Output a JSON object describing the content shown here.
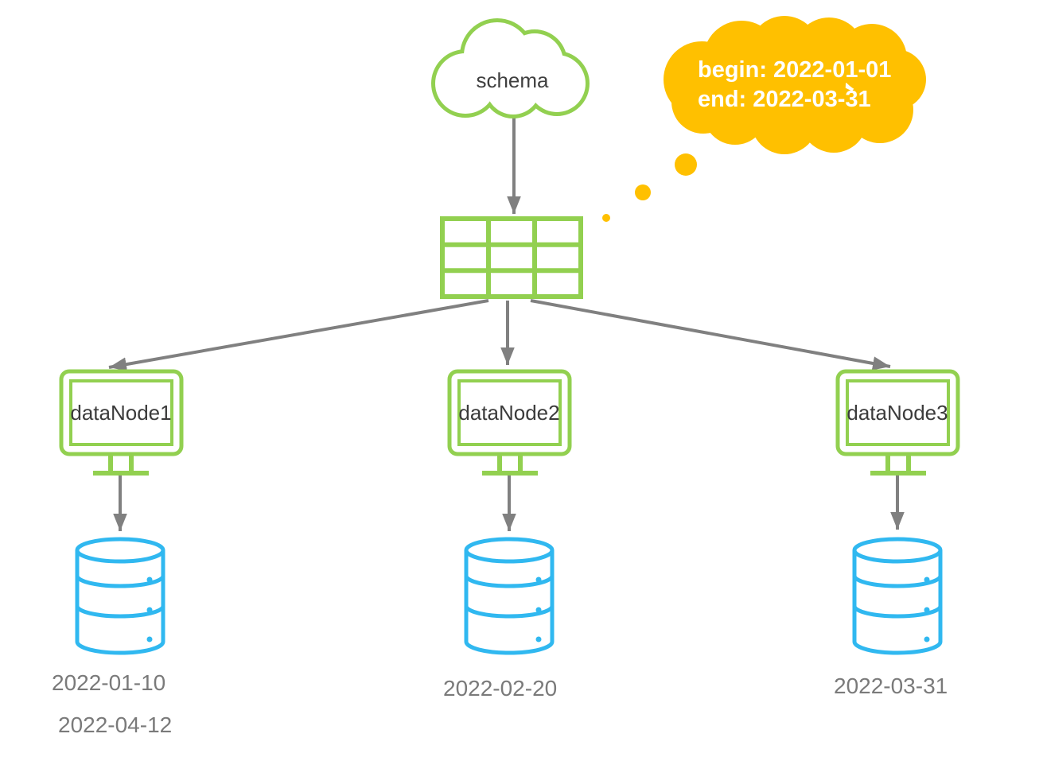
{
  "diagram": {
    "schema": {
      "label": "schema"
    },
    "note_bubble": {
      "line1": "begin: 2022-01-01",
      "line2": "end: 2022-03-31"
    },
    "nodes": [
      {
        "label": "dataNode1",
        "dates": [
          "2022-01-10",
          "2022-04-12"
        ]
      },
      {
        "label": "dataNode2",
        "dates": [
          "2022-02-20"
        ]
      },
      {
        "label": "dataNode3",
        "dates": [
          "2022-03-31"
        ]
      }
    ],
    "colors": {
      "green": "#92D050",
      "blue": "#30B8F0",
      "orange": "#FFC000",
      "arrow_gray": "#808080",
      "text_dark": "#3B3B3B",
      "date_gray": "#7A7A7A"
    }
  }
}
